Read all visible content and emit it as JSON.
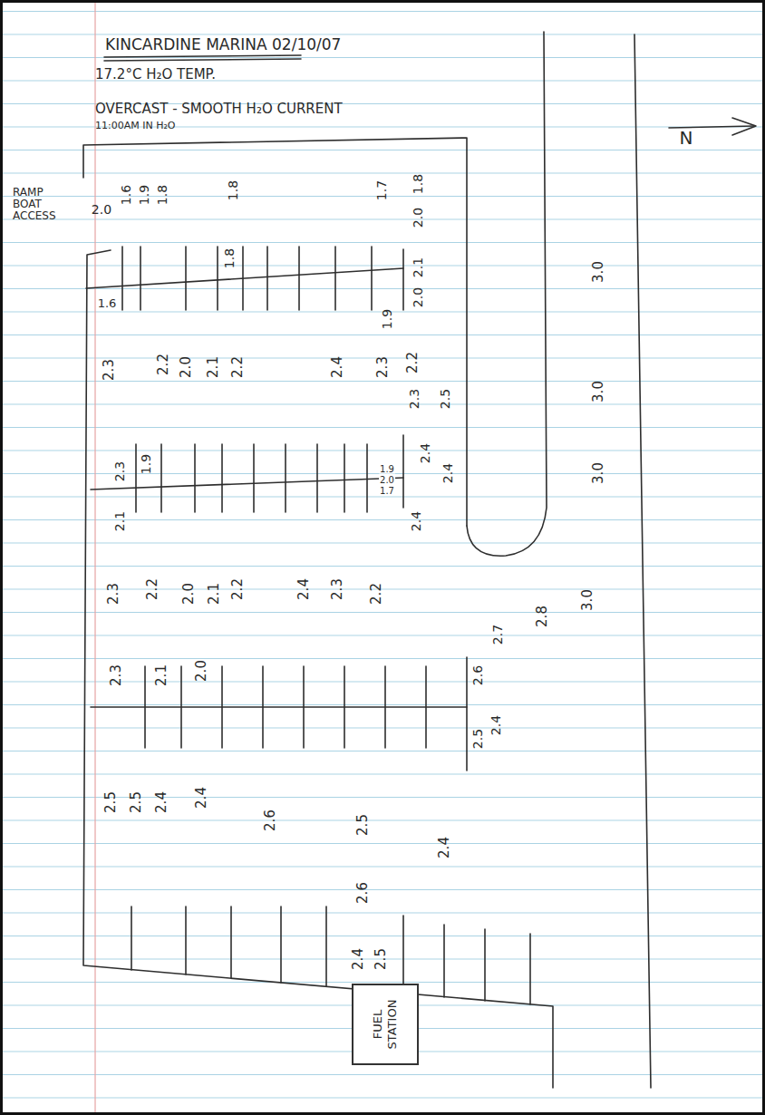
{
  "diagram": {
    "title": "KINCARDINE MARINA 02/10/07",
    "nodes": [
      {
        "text": [
          "FUEL STATION"
        ]
      }
    ],
    "labels": [
      "17.2°C H₂O TEMP.",
      "OVERCAST - SMOOTH H₂O CURRENT",
      "11:00AM IN H₂O",
      "N",
      "RAMP BOAT ACCESS",
      "2.0",
      "1.6",
      "1.9",
      "1.8",
      "1.8",
      "1.7",
      "1.8",
      "2.0",
      "1.6",
      "1.8",
      "2.1",
      "2.0",
      "1.9",
      "2.3",
      "2.2",
      "2.0",
      "2.1",
      "2.2",
      "2.4",
      "2.3",
      "2.2",
      "3.0",
      "3.0",
      "3.0",
      "3.0",
      "2.3",
      "2.5",
      "2.4",
      "2.4",
      "2.4",
      "2.3",
      "1.9",
      "2.1",
      "1.9",
      "2.0",
      "1.7",
      "2.3",
      "2.2",
      "2.0",
      "2.1",
      "2.2",
      "2.4",
      "2.3",
      "2.2",
      "2.8",
      "2.6",
      "2.7",
      "2.3",
      "2.1",
      "2.0",
      "2.5",
      "2.4",
      "2.5",
      "2.5",
      "2.4",
      "2.4",
      "2.6",
      "2.5",
      "2.4",
      "2.6",
      "2.4",
      "2.5"
    ]
  }
}
